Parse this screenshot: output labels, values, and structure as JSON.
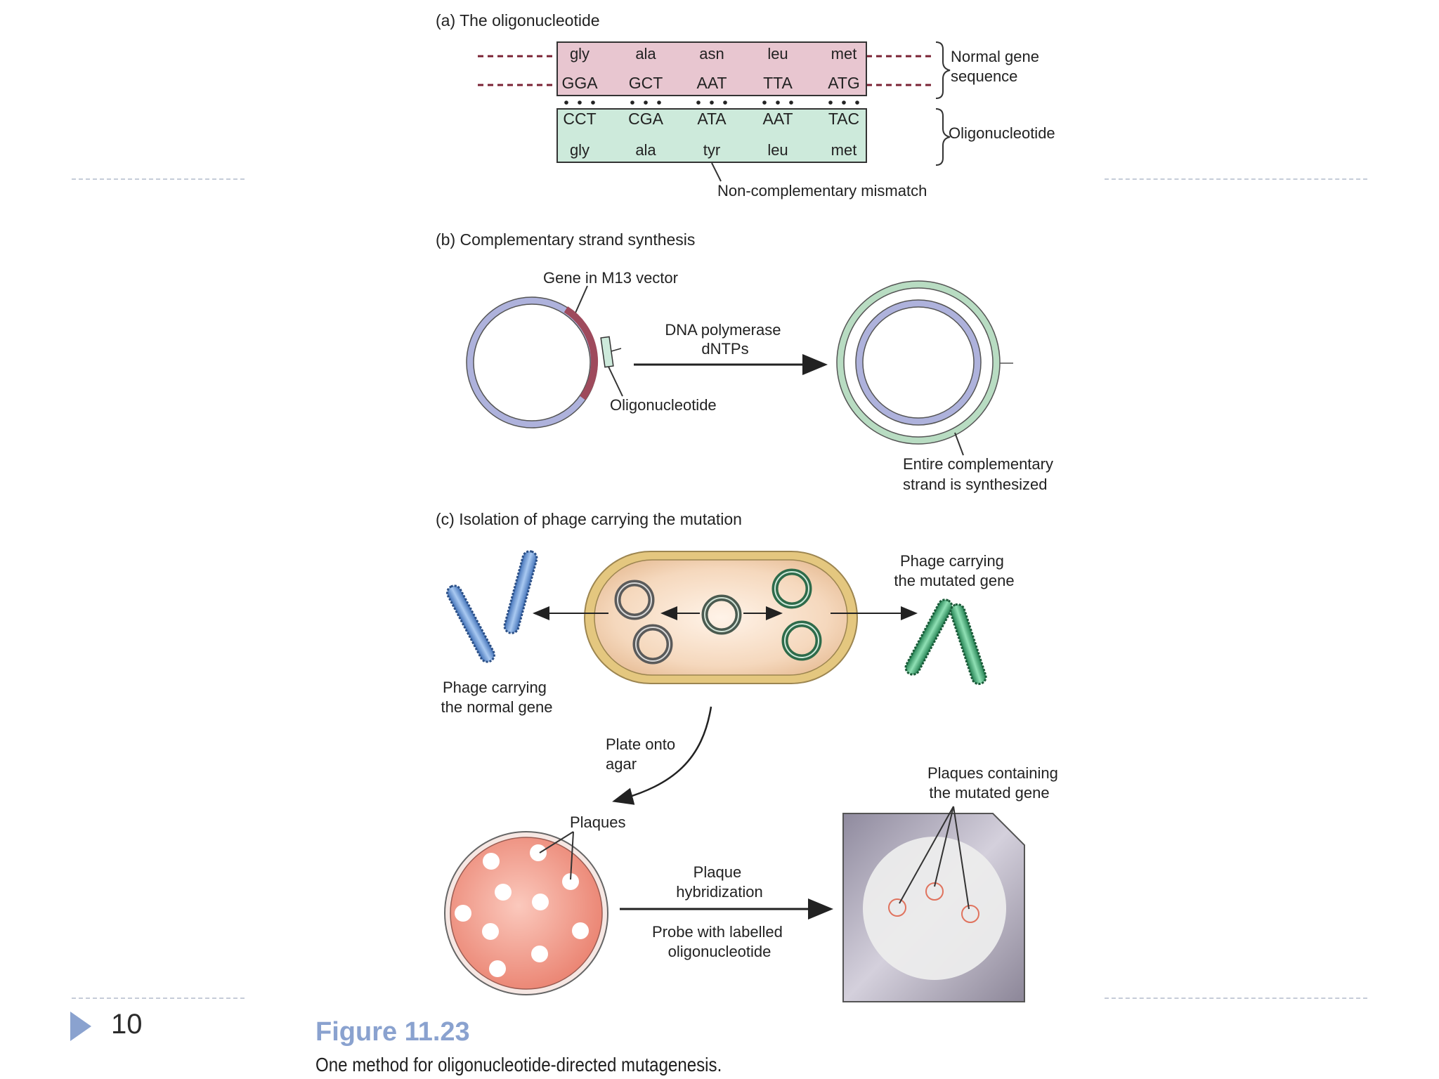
{
  "slide": {
    "number": "10"
  },
  "figure": {
    "title": "Figure 11.23",
    "caption": "One method for oligonucleotide-directed mutagenesis."
  },
  "panel_a": {
    "label": "(a)  The oligonucleotide",
    "normal_aa": [
      "gly",
      "ala",
      "asn",
      "leu",
      "met"
    ],
    "normal_codons": [
      "GGA",
      "GCT",
      "AAT",
      "TTA",
      "ATG"
    ],
    "oligo_codons": [
      "CCT",
      "CGA",
      "ATA",
      "AAT",
      "TAC"
    ],
    "oligo_aa": [
      "gly",
      "ala",
      "tyr",
      "leu",
      "met"
    ],
    "normal_label": [
      "Normal gene",
      "sequence"
    ],
    "oligo_label": "Oligonucleotide",
    "mismatch_label": "Non-complementary mismatch"
  },
  "panel_b": {
    "label": "(b)  Complementary strand synthesis",
    "vector_label": "Gene in M13 vector",
    "reagents": [
      "DNA polymerase",
      "dNTPs"
    ],
    "oligo_label": "Oligonucleotide",
    "result_label": [
      "Entire complementary",
      "strand is synthesized"
    ]
  },
  "panel_c": {
    "label": "(c)  Isolation of phage carrying the mutation",
    "normal_phage_label": [
      "Phage carrying",
      "the normal gene"
    ],
    "mutant_phage_label": [
      "Phage carrying",
      "the mutated gene"
    ],
    "plate_label": [
      "Plate onto",
      "agar"
    ],
    "plaques_label": "Plaques",
    "hybridization_label": [
      "Plaque",
      "hybridization"
    ],
    "probe_label": [
      "Probe with labelled",
      "oligonucleotide"
    ],
    "mutant_plaques_label": [
      "Plaques containing",
      "the mutated gene"
    ]
  },
  "colors": {
    "normal_strand": "#e8c6d0",
    "oligo_strand": "#cdeadb",
    "vector": "#aeb2dc",
    "gene": "#9e4a5c",
    "new_strand": "#b8dcc2",
    "normal_phage": "#6e9fd9",
    "mutant_phage": "#3f9e6e",
    "agar": "#f08d7e",
    "membrane": "#a8a0b6",
    "figure_title": "#8aa2cf"
  }
}
